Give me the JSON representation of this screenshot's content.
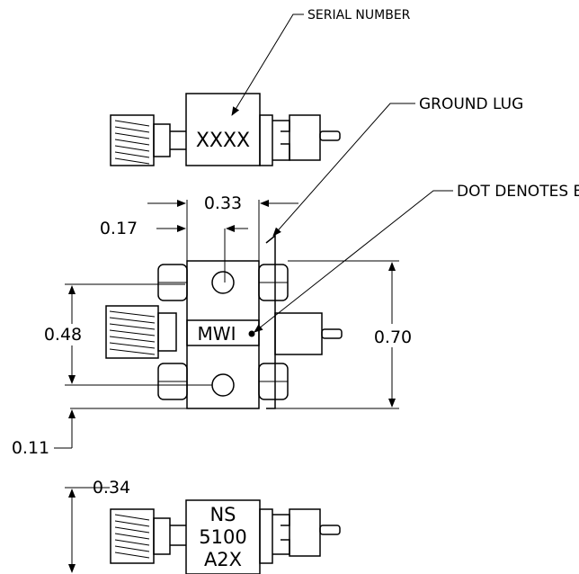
{
  "callouts": {
    "serial_number": "SERIAL NUMBER",
    "ground_lug": "GROUND LUG",
    "dot_denotes_bias": "DOT DENOTES BIAS"
  },
  "markings": {
    "top_view_text": "XXXX",
    "front_label": "MWI",
    "bottom_view_lines": [
      "NS",
      "5100",
      "A2X"
    ]
  },
  "dimensions": {
    "d033": "0.33",
    "d017": "0.17",
    "d048": "0.48",
    "d070": "0.70",
    "d011": "0.11",
    "d034": "0.34"
  }
}
